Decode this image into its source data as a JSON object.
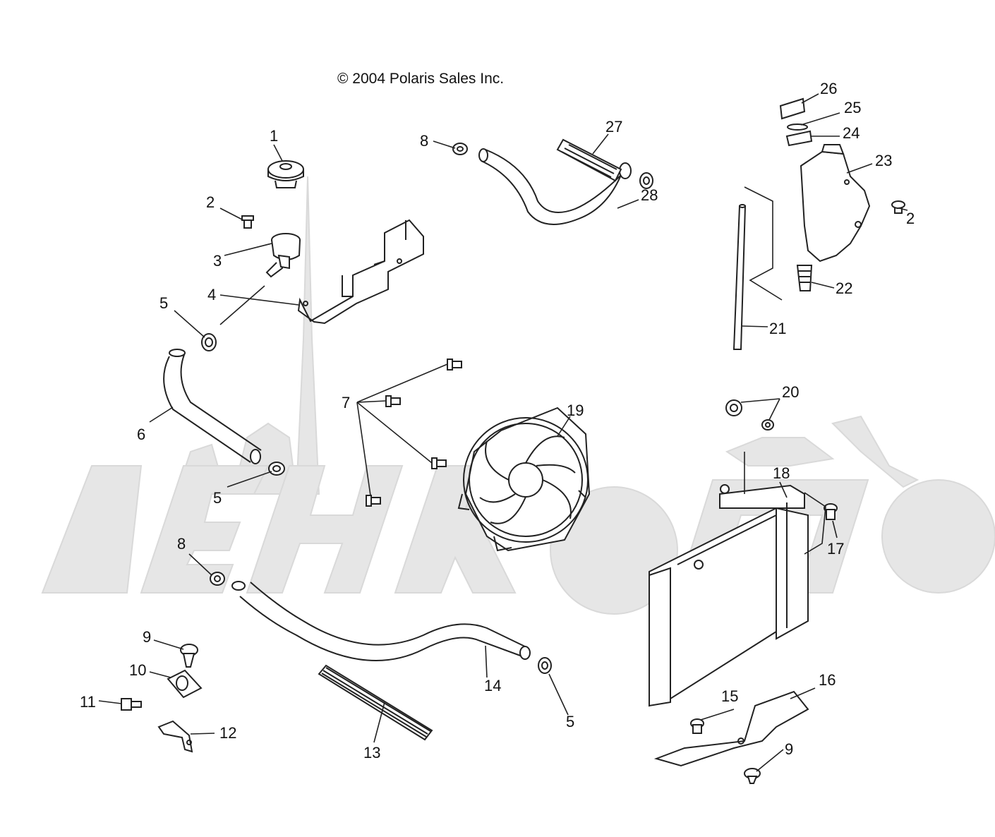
{
  "copyright": "© 2004 Polaris Sales Inc.",
  "labels": {
    "l1": "1",
    "l2a": "2",
    "l2b": "2",
    "l3": "3",
    "l4": "4",
    "l5a": "5",
    "l5b": "5",
    "l5c": "5",
    "l6": "6",
    "l7": "7",
    "l8a": "8",
    "l8b": "8",
    "l9a": "9",
    "l9b": "9",
    "l10": "10",
    "l11": "11",
    "l12": "12",
    "l13": "13",
    "l14": "14",
    "l15": "15",
    "l16": "16",
    "l17": "17",
    "l18": "18",
    "l19": "19",
    "l20": "20",
    "l21": "21",
    "l22": "22",
    "l23": "23",
    "l24": "24",
    "l25": "25",
    "l26": "26",
    "l27": "27",
    "l28": "28"
  },
  "colors": {
    "ink": "#222222",
    "watermark": "#e6e6e6"
  }
}
